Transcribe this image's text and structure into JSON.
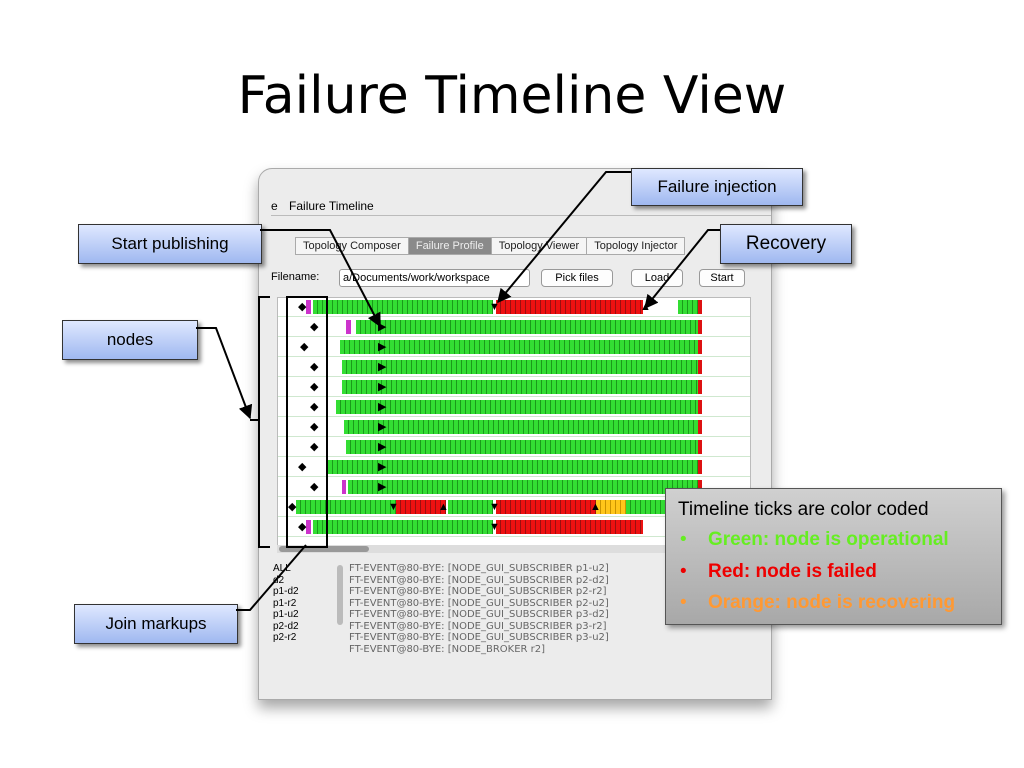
{
  "slide": {
    "title": "Failure Timeline View"
  },
  "app": {
    "menu_char": "e",
    "window_title": "Failure Timeline",
    "tabs": [
      {
        "label": "Topology Composer",
        "active": false
      },
      {
        "label": "Failure Profile",
        "active": true
      },
      {
        "label": "Topology Viewer",
        "active": false
      },
      {
        "label": "Topology Injector",
        "active": false
      }
    ],
    "filename_label": "Filename:",
    "filename_value": "a/Documents/work/workspace",
    "pick_files_label": "Pick files",
    "load_label": "Load",
    "start_label": "Start",
    "node_list": [
      "ALL",
      "d2",
      "p1-d2",
      "p1-r2",
      "p1-u2",
      "p2-d2",
      "p2-r2"
    ],
    "log_lines": [
      "FT-EVENT@80-BYE: [NODE_GUI_SUBSCRIBER p1-u2]",
      "FT-EVENT@80-BYE: [NODE_GUI_SUBSCRIBER p2-d2]",
      "FT-EVENT@80-BYE: [NODE_GUI_SUBSCRIBER p2-r2]",
      "FT-EVENT@80-BYE: [NODE_GUI_SUBSCRIBER p2-u2]",
      "FT-EVENT@80-BYE: [NODE_GUI_SUBSCRIBER p3-d2]",
      "FT-EVENT@80-BYE: [NODE_GUI_SUBSCRIBER p3-r2]",
      "FT-EVENT@80-BYE: [NODE_GUI_SUBSCRIBER p3-u2]",
      "FT-EVENT@80-BYE: [NODE_BROKER r2]"
    ]
  },
  "callouts": {
    "failure_injection": "Failure injection",
    "start_publishing": "Start publishing",
    "recovery": "Recovery",
    "nodes": "nodes",
    "join_markups": "Join markups"
  },
  "legend": {
    "title": "Timeline ticks are color coded",
    "items": [
      {
        "text": "Green: node is operational",
        "color": "#66ee22"
      },
      {
        "text": "Red: node is failed",
        "color": "#ee0000"
      },
      {
        "text": "Orange: node is recovering",
        "color": "#ff9933"
      }
    ]
  },
  "colors": {
    "operational": "#33dd33",
    "failed": "#ee1111",
    "recovering": "#ffc61a",
    "join": "#cc33cc"
  }
}
